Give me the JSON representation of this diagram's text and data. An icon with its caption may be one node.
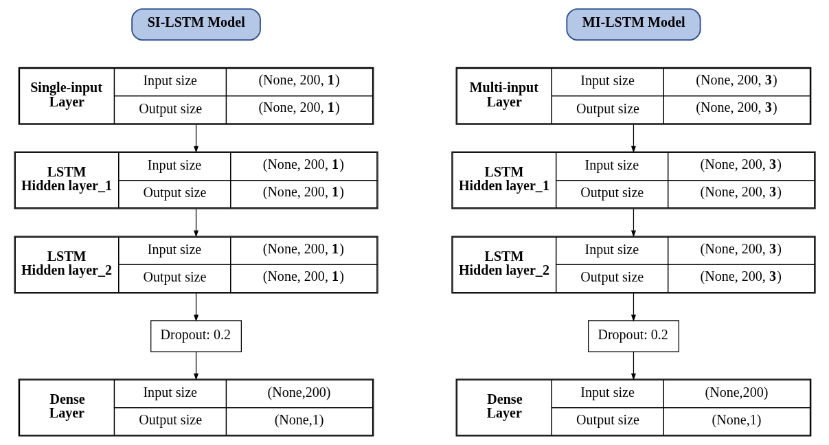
{
  "diagram": {
    "nodes": [
      {
        "text": [
          "SI-LSTM Model"
        ]
      },
      {
        "text": [
          "MI-LSTM Model"
        ]
      },
      {
        "text": [
          "Single-input Layer",
          "Input size",
          "(None, 200, **1**)",
          "Output size",
          "(None, 200, **1**)"
        ]
      },
      {
        "text": [
          "Multi-input Layer",
          "Input size",
          "(None, 200, **3**)",
          "Output size",
          "(None, 200, **3**)"
        ]
      },
      {
        "text": [
          "LSTM Hidden layer_1",
          "Input size",
          "(None, 200, **1**)",
          "Output size",
          "(None, 200, **1**)"
        ]
      },
      {
        "text": [
          "LSTM Hidden layer_1",
          "Input size",
          "(None, 200, **3**)",
          "Output size",
          "(None, 200, **3**)"
        ]
      },
      {
        "text": [
          "LSTM Hidden layer_2",
          "Input size",
          "(None, 200, **1**)",
          "Output size",
          "(None, 200, **1**)"
        ]
      },
      {
        "text": [
          "LSTM Hidden layer_2",
          "Input size",
          "(None, 200, **3**)",
          "Output size",
          "(None, 200, **3**)"
        ]
      },
      {
        "text": [
          "Dropout: 0.2"
        ]
      },
      {
        "text": [
          "Dropout: 0.2"
        ]
      },
      {
        "text": [
          "Dense Layer",
          "Input size",
          "(None,200)",
          "Output size",
          "(None,1)"
        ]
      },
      {
        "text": [
          "Dense Layer",
          "Input size",
          "(None,200)",
          "Output size",
          "(None,1)"
        ]
      }
    ],
    "edges": [
      {
        "from": 2,
        "to": 4,
        "arrow": "to"
      },
      {
        "from": 4,
        "to": 6,
        "arrow": "to"
      },
      {
        "from": 6,
        "to": 8,
        "arrow": "to"
      },
      {
        "from": 8,
        "to": 10,
        "arrow": "to"
      },
      {
        "from": 3,
        "to": 5,
        "arrow": "to"
      },
      {
        "from": 5,
        "to": 7,
        "arrow": "to"
      },
      {
        "from": 7,
        "to": 9,
        "arrow": "to"
      },
      {
        "from": 9,
        "to": 11,
        "arrow": "to"
      }
    ]
  }
}
